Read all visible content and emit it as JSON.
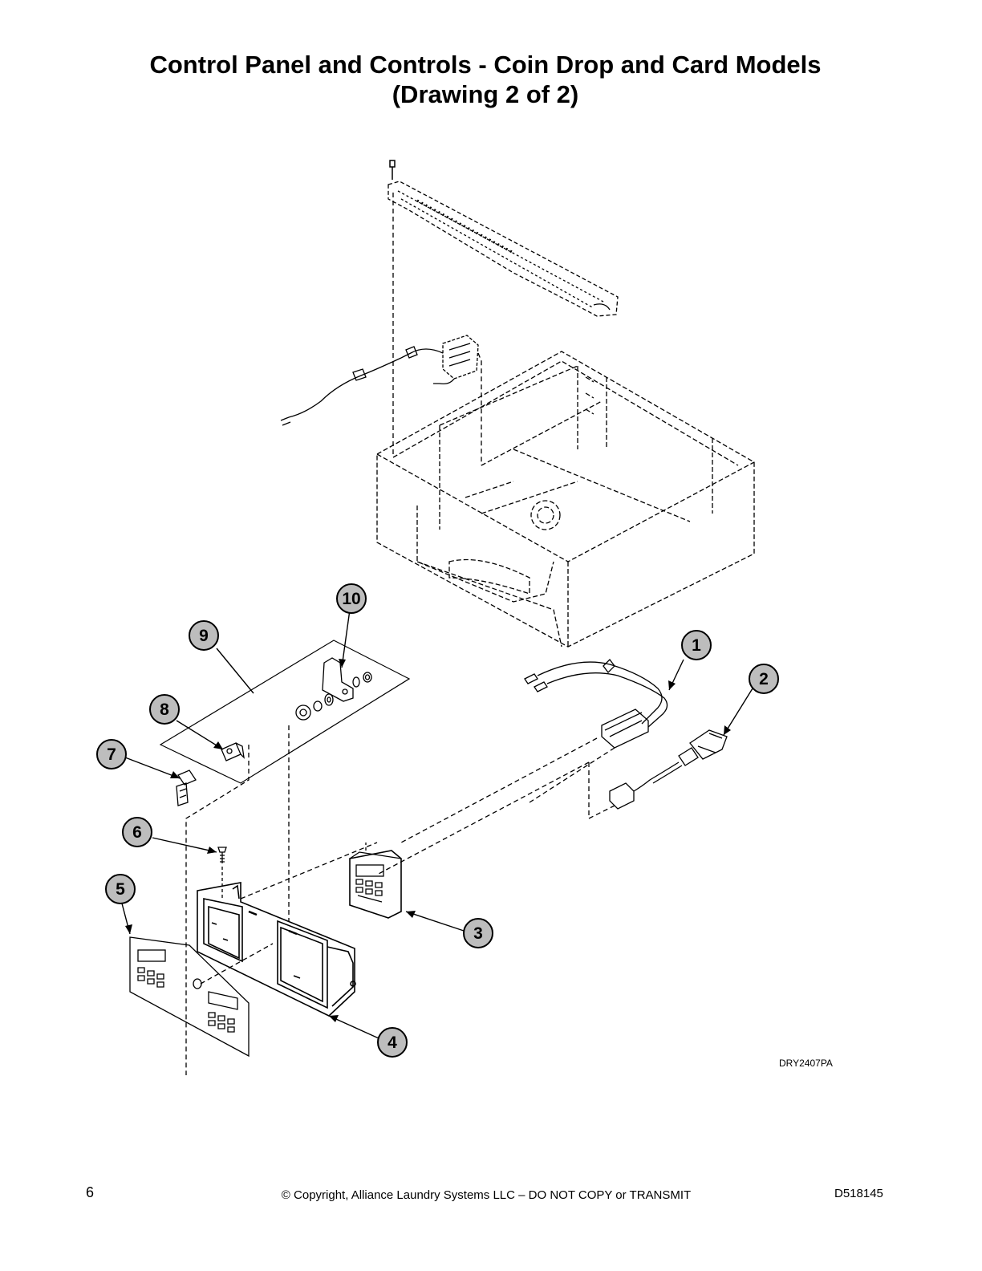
{
  "title": {
    "line1": "Control Panel and Controls - Coin Drop and Card Models",
    "line2": "(Drawing 2 of 2)"
  },
  "callouts": [
    {
      "id": "callout-1",
      "label": "1"
    },
    {
      "id": "callout-2",
      "label": "2"
    },
    {
      "id": "callout-3",
      "label": "3"
    },
    {
      "id": "callout-4",
      "label": "4"
    },
    {
      "id": "callout-5",
      "label": "5"
    },
    {
      "id": "callout-6",
      "label": "6"
    },
    {
      "id": "callout-7",
      "label": "7"
    },
    {
      "id": "callout-8",
      "label": "8"
    },
    {
      "id": "callout-9",
      "label": "9"
    },
    {
      "id": "callout-10",
      "label": "10"
    }
  ],
  "figure_code": "DRY2407PA",
  "footer": {
    "page_number": "6",
    "copyright": "© Copyright, Alliance Laundry Systems LLC – DO NOT COPY or TRANSMIT",
    "doc_number": "D518145"
  },
  "colors": {
    "ink": "#000000",
    "paper": "#ffffff",
    "shade": "#bdbdbd"
  }
}
